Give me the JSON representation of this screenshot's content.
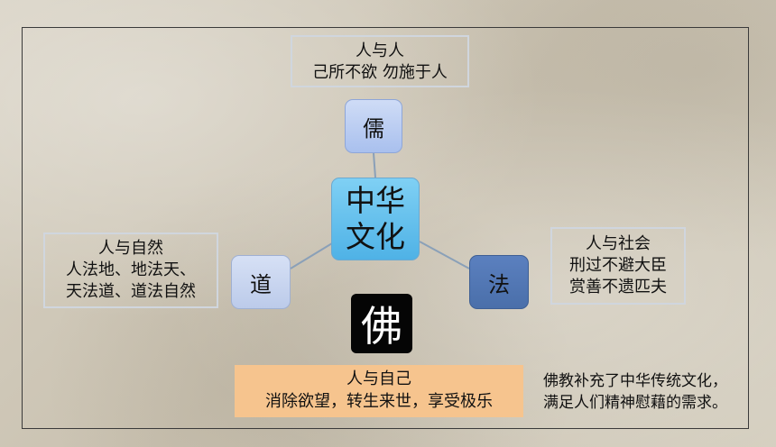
{
  "diagram": {
    "top_box": {
      "line1": "人与人",
      "line2": "己所不欲 勿施于人"
    },
    "left_box": {
      "line1": "人与自然",
      "line2": "人法地、地法天、",
      "line3": "天法道、道法自然"
    },
    "right_box": {
      "line1": "人与社会",
      "line2": "刑过不避大臣",
      "line3": "赏善不遗匹夫"
    },
    "nodes": {
      "ru": "儒",
      "center_line1": "中华",
      "center_line2": "文化",
      "dao": "道",
      "fa": "法",
      "fo": "佛"
    },
    "self_box": {
      "line1": "人与自己",
      "line2": "消除欲望，转生来世，享受极乐"
    },
    "note": {
      "line1": "佛教补充了中华传统文化，",
      "line2": "满足人们精神慰藉的需求。"
    }
  },
  "colors": {
    "center_node": "#4fb2e6",
    "ru_node": "#a9c0ee",
    "dao_node": "#bccbea",
    "fa_node": "#4a6faa",
    "fo_badge": "#050505",
    "self_box": "#f6c48e",
    "connector": "#8aa0b8"
  }
}
